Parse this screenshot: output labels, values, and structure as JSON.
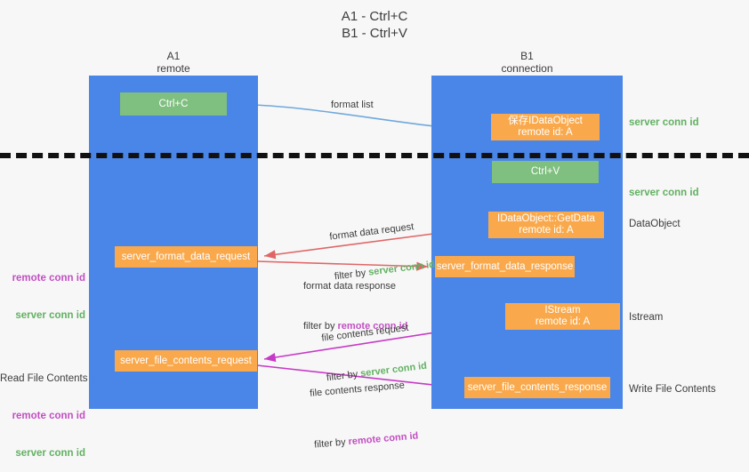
{
  "title": "A1 - Ctrl+C\nB1 - Ctrl+V",
  "lanes": {
    "a": {
      "header": "A1\nremote"
    },
    "b": {
      "header": "B1\nconnection"
    }
  },
  "boxes": {
    "ctrl_c": "Ctrl+C",
    "data_object": "保存IDataObject\nremote id: A",
    "ctrl_v": "Ctrl+V",
    "get_data": "IDataObject::GetData\nremote id: A",
    "server_format_data_request": "server_format_data_request",
    "server_format_data_response": "server_format_data_response",
    "istream": "IStream\nremote id: A",
    "server_file_contents_request": "server_file_contents_request",
    "server_file_contents_response": "server_file_contents_response"
  },
  "side_labels": {
    "server_conn_id_top": "server conn id",
    "server_conn_id_mid": "server conn id",
    "data_object": "DataObject",
    "istream": "Istream",
    "write_file_contents": "Write File Contents"
  },
  "left_labels": {
    "group1": {
      "remote": "remote conn id",
      "server": "server conn id"
    },
    "group2": {
      "title": "Read File Contents",
      "remote": "remote conn id",
      "server": "server conn id"
    }
  },
  "arrow_labels": {
    "format_list": "format list",
    "format_data_request": {
      "line1": "format data request",
      "prefix": "filter by ",
      "conn": "server conn id"
    },
    "format_data_response": {
      "line1": "format data response",
      "prefix": "filter by ",
      "conn": "remote conn id"
    },
    "file_contents_request": {
      "line1": "file contents request",
      "prefix": "filter by ",
      "conn": "server conn id"
    },
    "file_contents_response": {
      "line1": "file contents response",
      "prefix": "filter by ",
      "conn": "remote conn id"
    }
  },
  "colors": {
    "lane": "#4a86e8",
    "orange_box": "#f9a94c",
    "green_box": "#7fbf7f",
    "server_conn_id": "#62b162",
    "remote_conn_id": "#c24fc2",
    "arrow_blue": "#6fa8dc",
    "arrow_red": "#e06666",
    "arrow_magenta": "#c739c7",
    "arrow_black": "#000000",
    "background": "#f7f7f7"
  }
}
